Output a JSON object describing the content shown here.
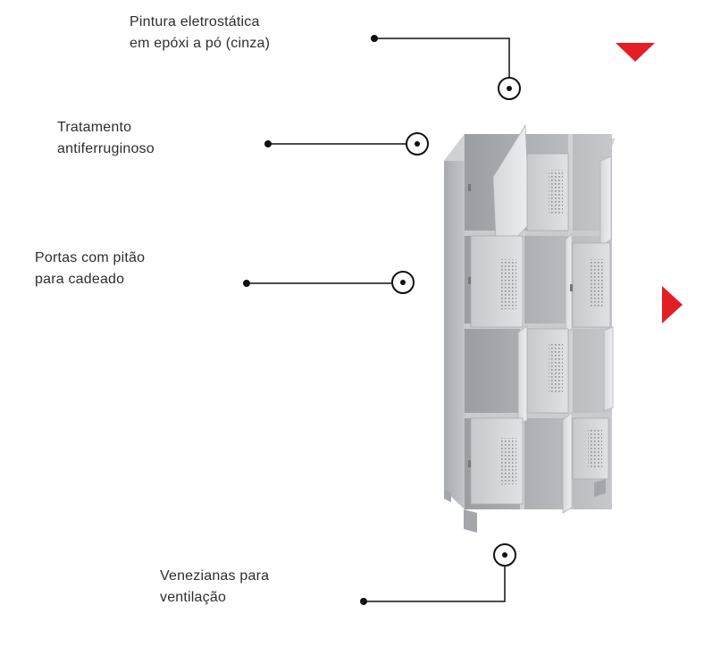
{
  "callouts": [
    {
      "id": "paint",
      "lines": [
        "Pintura eletrostática",
        "em epóxi a pó (cinza)"
      ]
    },
    {
      "id": "rust",
      "lines": [
        "Tratamento",
        "antiferruginoso"
      ]
    },
    {
      "id": "doors",
      "lines": [
        "Portas com pitão",
        "para cadeado"
      ]
    },
    {
      "id": "vents",
      "lines": [
        "Venezianas para",
        "ventilação"
      ]
    }
  ],
  "colors": {
    "accent": "#e31e24",
    "line": "#111111",
    "steel_light": "#d4d6da",
    "steel_mid": "#b9bcc1",
    "steel_dark": "#8e9197"
  },
  "icons": {
    "down_arrow": "triangle-down-icon",
    "right_arrow": "triangle-right-icon",
    "marker": "target-dot-icon"
  }
}
